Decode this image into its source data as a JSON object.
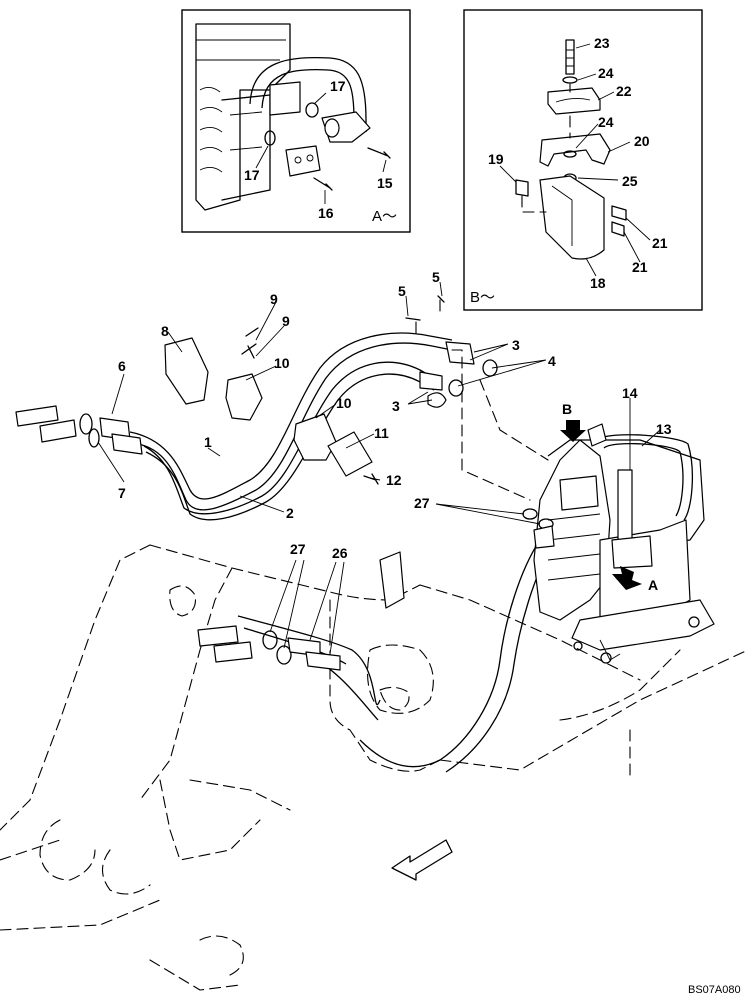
{
  "insets": {
    "a": {
      "view_label": "A～",
      "callouts": [
        "17",
        "17",
        "15",
        "16"
      ]
    },
    "b": {
      "view_label": "B～",
      "callouts": [
        "23",
        "24",
        "22",
        "24",
        "20",
        "19",
        "25",
        "21",
        "21",
        "18"
      ]
    }
  },
  "main": {
    "view_marker_a": "A",
    "view_marker_b": "B",
    "callouts": [
      "1",
      "2",
      "3",
      "3",
      "4",
      "5",
      "5",
      "6",
      "7",
      "8",
      "9",
      "9",
      "10",
      "10",
      "11",
      "12",
      "13",
      "14",
      "26",
      "27",
      "27"
    ]
  },
  "drawing_code": "BS07A080"
}
